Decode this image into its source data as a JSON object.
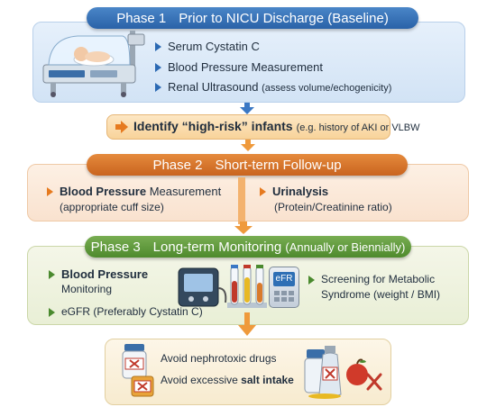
{
  "phase1": {
    "label": "Phase 1",
    "title": "Prior to NICU Discharge (Baseline)",
    "items": [
      {
        "text": "Serum Cystatin C",
        "note": ""
      },
      {
        "text": "Blood Pressure Measurement",
        "note": ""
      },
      {
        "text": "Renal Ultrasound",
        "note": "(assess volume/echogenicity)"
      }
    ],
    "colors": {
      "header": "#2e6fb5",
      "panel": "#dbe9f7"
    }
  },
  "identify": {
    "bold": "Identify “high-risk” infants",
    "note": "(e.g. history of AKI or VLBW"
  },
  "phase2": {
    "label": "Phase 2",
    "title": "Short-term Follow-up",
    "left": {
      "bold": "Blood Pressure",
      "rest": "Measurement",
      "note": "(appropriate cuff size)"
    },
    "right": {
      "bold": "Urinalysis",
      "note": "(Protein/Creatinine ratio)"
    },
    "colors": {
      "header": "#d9762a",
      "panel": "#fbe8d8"
    }
  },
  "phase3": {
    "label": "Phase 3",
    "title": "Long-term Monitoring",
    "title_note": "(Annually or Biennially)",
    "left1": {
      "bold": "Blood Pressure",
      "note": "Monitoring"
    },
    "left2": "eGFR (Preferably Cystatin C)",
    "right": {
      "line1": "Screening for Metabolic",
      "line2": "Syndrome (weight / BMI)"
    },
    "egfr_label": "eFR",
    "colors": {
      "header": "#5f9a3c",
      "panel": "#eef3e0"
    }
  },
  "avoid": {
    "line1": "Avoid nephrotoxic drugs",
    "line2_pre": "Avoid excessive ",
    "line2_bold": "salt intake"
  },
  "icons": [
    "incubator-icon",
    "blood-pressure-monitor-icon",
    "test-tubes-icon",
    "egfr-device-icon",
    "medicine-bottle-icon",
    "salt-shaker-icon",
    "apple-icon"
  ],
  "accent_colors": {
    "arrow_blue": "#3b78c4",
    "arrow_orange": "#ef9a3c"
  }
}
